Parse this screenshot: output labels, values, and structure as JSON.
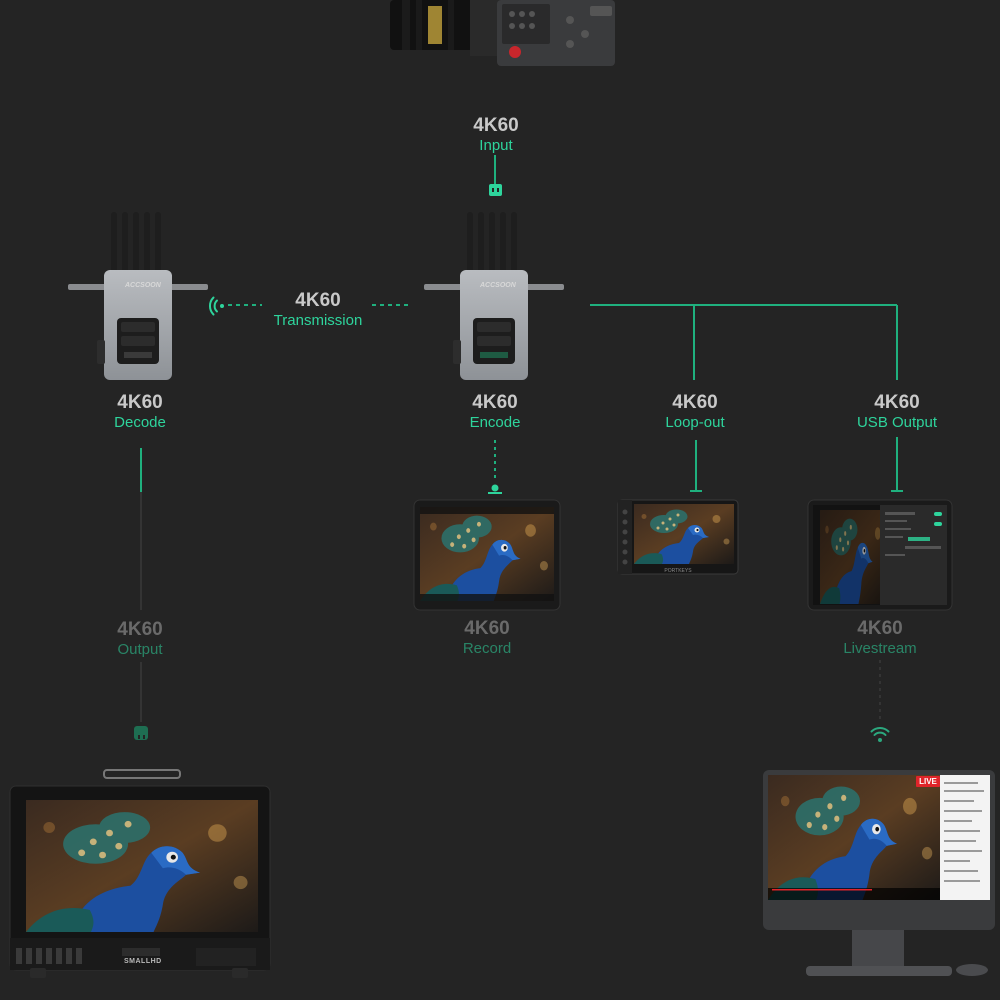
{
  "colors": {
    "background": "#242424",
    "accent": "#2ed49c",
    "line": "#1fb07e",
    "value_text": "#c9c9c9"
  },
  "nodes": {
    "input": {
      "value": "4K60",
      "label": "Input"
    },
    "transmission": {
      "value": "4K60",
      "label": "Transmission"
    },
    "decode": {
      "value": "4K60",
      "label": "Decode"
    },
    "encode": {
      "value": "4K60",
      "label": "Encode"
    },
    "loop_out": {
      "value": "4K60",
      "label": "Loop-out"
    },
    "usb_output": {
      "value": "4K60",
      "label": "USB Output"
    },
    "output": {
      "value": "4K60",
      "label": "Output"
    },
    "record": {
      "value": "4K60",
      "label": "Record"
    },
    "livestream": {
      "value": "4K60",
      "label": "Livestream"
    }
  },
  "devices": {
    "transmitter_brand": "ACCSOON",
    "receiver_brand": "ACCSOON",
    "monitor_brand": "SMALLHD",
    "field_monitor_brand": "PORTKEYS",
    "live_badge": "LIVE"
  },
  "icons": {
    "camera": "cinema-camera-icon",
    "connector": "usb-connector-icon",
    "wireless": "wireless-signal-icon",
    "receiver": "wireless-receiver-icon",
    "transmitter": "wireless-transmitter-icon"
  }
}
